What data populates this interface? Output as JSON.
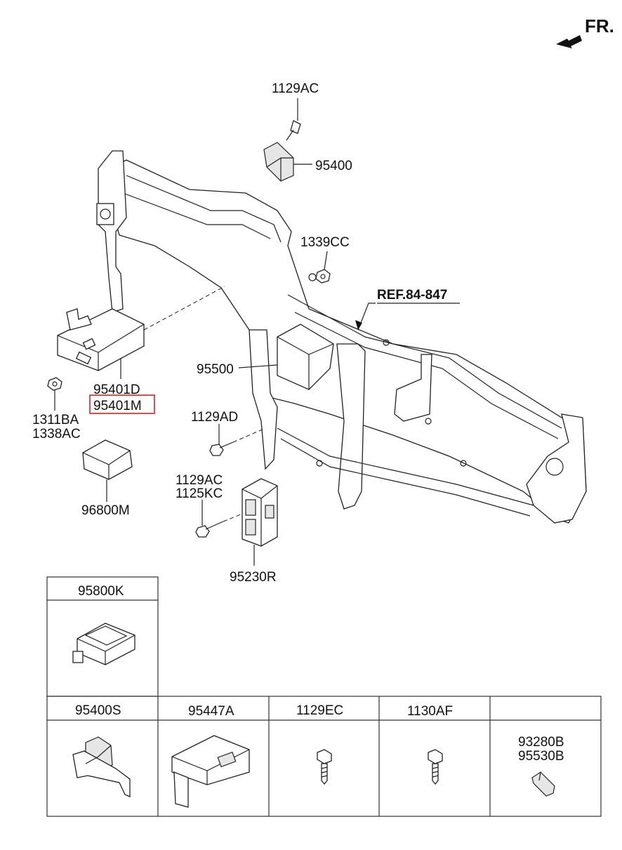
{
  "direction": {
    "label": "FR."
  },
  "reference": {
    "label": "REF.84-847"
  },
  "callouts": {
    "c1129ac_top": "1129AC",
    "c95400": "95400",
    "c1339cc": "1339CC",
    "c95500": "95500",
    "c95401d": "95401D",
    "c95401m": "95401M",
    "c1311ba": "1311BA",
    "c1338ac": "1338AC",
    "c96800m": "96800M",
    "c1129ad": "1129AD",
    "c1129ac_low": "1129AC",
    "c1125kc": "1125KC",
    "c95230r": "95230R"
  },
  "highlighted_part": "95401M",
  "highlight_color": "#e02020",
  "parts_table": {
    "top_cell": "95800K",
    "row_headers": [
      "95400S",
      "95447A",
      "1129EC",
      "1130AF",
      ""
    ],
    "last_cell_labels": [
      "93280B",
      "95530B"
    ]
  }
}
